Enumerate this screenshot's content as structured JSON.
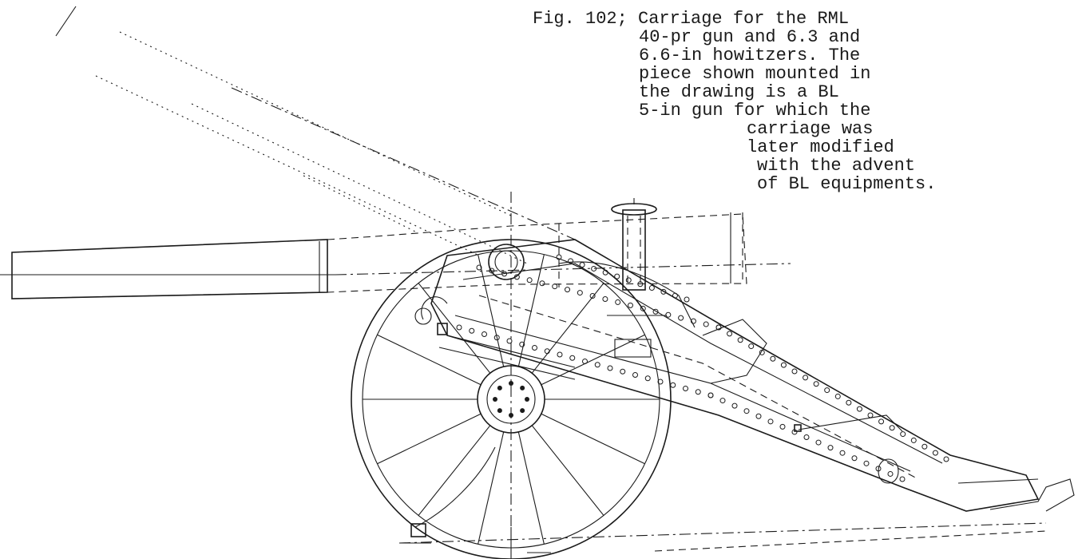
{
  "figure": {
    "caption_lines": [
      "Fig. 102; Carriage for the RML",
      "40-pr gun and 6.3 and",
      "6.6-in howitzers. The",
      "piece shown mounted in",
      "the drawing is a BL",
      "5-in gun for which the",
      "carriage was",
      "later modified",
      "with the advent",
      "of BL equipments."
    ]
  },
  "icons": {
    "gun_carriage_drawing": "gun-carriage-line-drawing"
  }
}
